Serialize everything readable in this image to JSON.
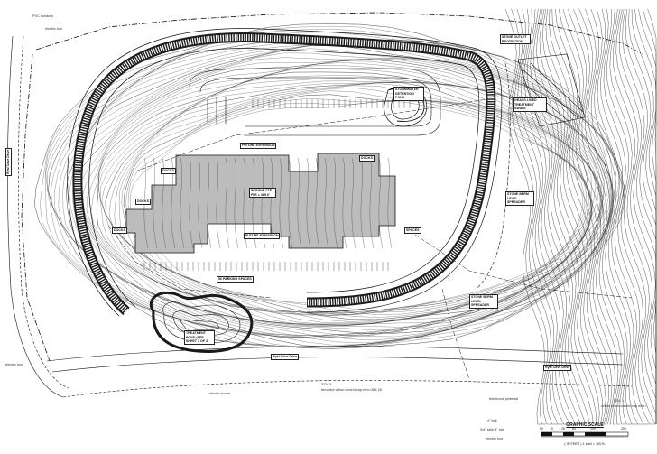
{
  "labels": {
    "pvc_conduits": "PVC conduits",
    "electric_box_top": "electric box",
    "stone_outlet_top": "STONE OUTLET PROTECTION",
    "stormwater_detention": "STORMWATER DETENTION POND",
    "grass_lined_treatment": "GRASS LINED TREATMENT SWALE",
    "future_expansion_top": "FUTURE EXPANSION",
    "second_floor_ffe": "SECOND FFE FFE = 485.0'",
    "future_expansion_bottom": "FUTURE EXPANSION",
    "stone_berm_level_spreader_1": "STONE BERM LEVEL SPREADER",
    "stone_berm_level_spreader_2": "STONE BERM LEVEL SPREADER",
    "parking_spaces": "56 PARKING SPACES",
    "treatment_pond": "TREATMENT POND (SEE SHEET 3 OF 3)",
    "electric_box_left": "electric box",
    "electric_boxes": "electric boxes",
    "road_left_vertical": "Ryal Cove Drive",
    "road_bottom_left": "Ryal Cove Drive",
    "road_bottom_right": "Ryal Cove Drive",
    "telephone_pedestal": "telephone pedestal",
    "sta_label": "STA. 5",
    "sta_sub": "ternative w/two control cap elev=386.26",
    "sta_right": "STA. 1",
    "sta_right_sub": "w/two w/two control cap elev=",
    "bottom_note_1": "4\" ball",
    "bottom_note_2": "3/4\" stick 4\" ball",
    "bottom_note_3": "electric box",
    "docks_1": "DOCKS",
    "docks_2": "DOCKS",
    "docks_3": "DOCKS",
    "docks_4": "DOCKS",
    "spaces": "SPACES"
  },
  "scale": {
    "title": "GRAPHIC SCALE",
    "ticks": [
      "50",
      "0",
      "25",
      "50",
      "100",
      "200"
    ],
    "subtitle": "( IN FEET )  1 inch = 100 ft."
  },
  "colors": {
    "line": "#1a1a1a",
    "building_fill": "#bdbdbd",
    "background": "#ffffff"
  }
}
